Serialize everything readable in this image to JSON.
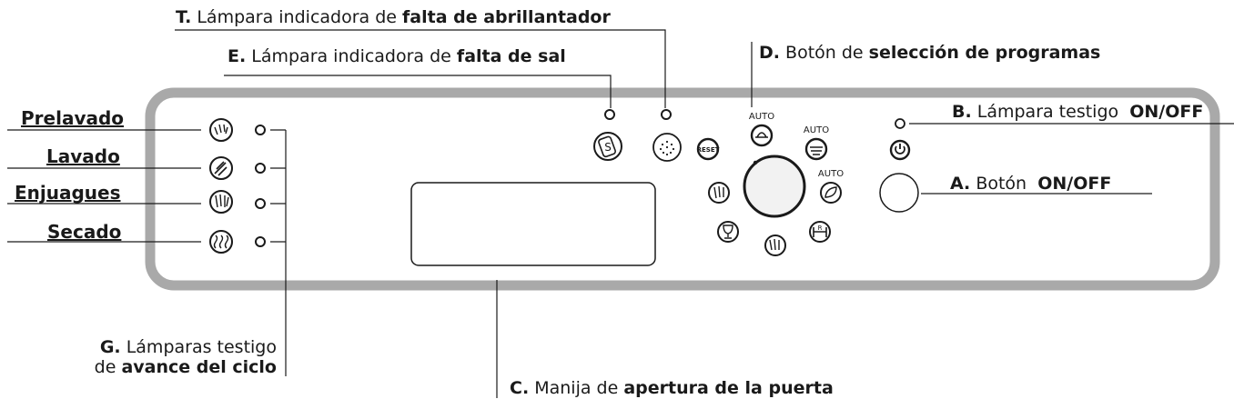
{
  "callouts": {
    "T": {
      "letter": "T.",
      "text": "Lámpara indicadora de",
      "bold": "falta de abrillantador"
    },
    "E": {
      "letter": "E.",
      "text": "Lámpara indicadora de",
      "bold": "falta de sal"
    },
    "D": {
      "letter": "D.",
      "text": "Botón de",
      "bold": "selección de programas"
    },
    "B": {
      "letter": "B.",
      "text": "Lámpara testigo",
      "bold": "ON/OFF"
    },
    "A": {
      "letter": "A.",
      "text": "Botón",
      "bold": "ON/OFF"
    },
    "G": {
      "letter": "G.",
      "text": "Lámparas testigo",
      "text2": "de",
      "bold": "avance del ciclo"
    },
    "C": {
      "letter": "C.",
      "text": "Manija de",
      "bold": "apertura de la puerta"
    }
  },
  "stages": [
    "Prelavado",
    "Lavado",
    "Enjuagues",
    "Secado"
  ],
  "icons": {
    "reset_label": "RESET",
    "auto_label": "AUTO",
    "half_load_label": "R",
    "salt_label": "S"
  },
  "colors": {
    "panel_border": "#a9a9a9",
    "line": "#1a1a1a",
    "knob_fill": "#f2f2f2"
  }
}
